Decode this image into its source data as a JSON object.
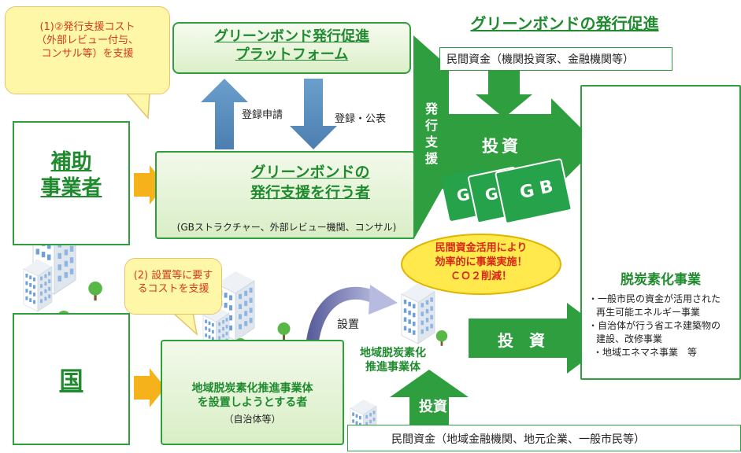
{
  "page_title": "グリーンボンドの発行促進",
  "platform": {
    "title_line1": "グリーンボンド発行促進",
    "title_line2": "プラットフォーム"
  },
  "bubble1": {
    "text_line1": "(1)②発行支援コスト",
    "text_line2": "（外部レビュー付与、",
    "text_line3": "コンサル等）を支援"
  },
  "bubble2": {
    "text_line1": "(2) 設置等に要す",
    "text_line2": "るコストを支援"
  },
  "private_funds_top": "民間資金（機関投資家、金融機関等）",
  "register_apply": "登録申請",
  "register_publish": "登録・公表",
  "subsidy_recipient": {
    "line1": "補助",
    "line2": "事業者"
  },
  "gb_supporter": {
    "title_line1": "グリーンボンドの",
    "title_line2": "発行支援を行う者",
    "subtitle": "(GBストラクチャー、外部レビュー機関、コンサル)"
  },
  "issuance_support": [
    "発",
    "行",
    "支",
    "援"
  ],
  "investment_label_1": "投資",
  "investment_label_2": "投　資",
  "investment_label_3": "投資",
  "gb_cards": [
    "G",
    "G",
    "G B"
  ],
  "oval_text": {
    "line1": "民間資金活用により",
    "line2": "効率的に事業実施！",
    "line3": "ＣＯ２削減！"
  },
  "decarbonization": {
    "title": "脱炭素化事業",
    "items": [
      "・一般市民の資金が活用された",
      "再生可能エネルギー事業",
      "・自治体が行う省エネ建築物の",
      "建設、改修事業",
      "・地域エネマネ事業　等"
    ]
  },
  "country": "国",
  "establish_label": "設置",
  "regional_entity": {
    "line1": "地域脱炭素化",
    "line2": "推進事業体"
  },
  "establisher": {
    "line1": "地域脱炭素化推進事業体",
    "line2": "を設置しようとする者",
    "line3": "（自治体等）"
  },
  "private_funds_bottom": "民間資金（地域金融機関、地元企業、一般市民等）",
  "colors": {
    "green": "#2e9e3e",
    "dark_green": "#1f8a2e",
    "blue_arrow": "#5b8fbf",
    "orange_arrow": "#f5b21b",
    "bubble_yellow": "#fff7a8",
    "oval_fill": "#ffe94d"
  }
}
